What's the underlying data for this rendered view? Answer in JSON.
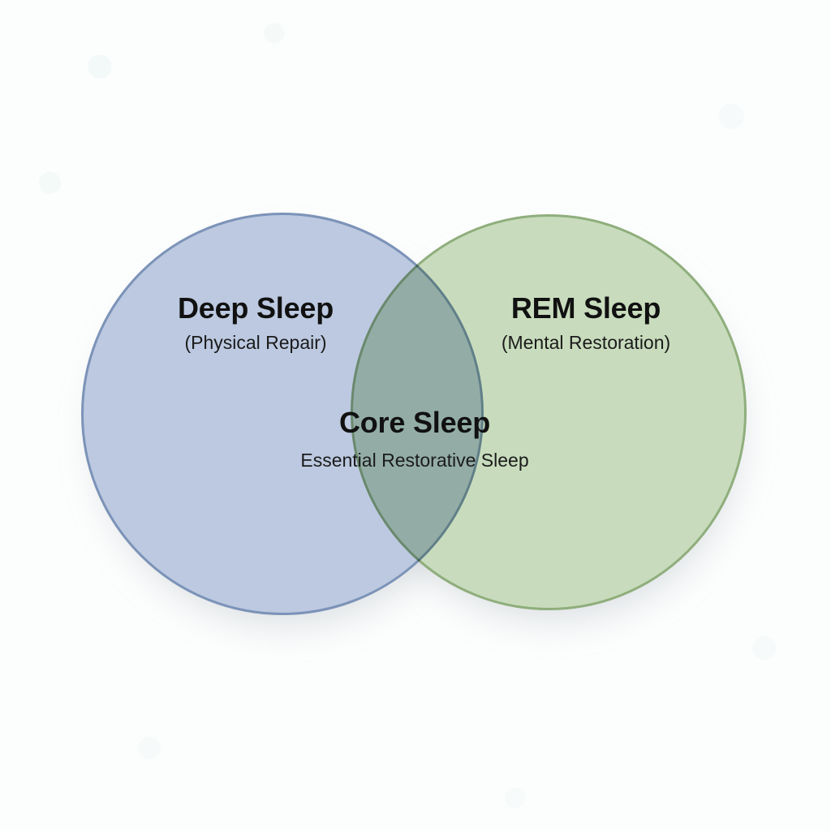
{
  "diagram": {
    "type": "venn-2-set",
    "background_color": "#fcfdfd",
    "sets": [
      {
        "id": "deep-sleep",
        "title": "Deep Sleep",
        "subtitle": "(Physical Repair)",
        "fill_color": "#bcc9e0",
        "border_color": "#7c93b8"
      },
      {
        "id": "rem-sleep",
        "title": "REM Sleep",
        "subtitle": "(Mental Restoration)",
        "fill_color": "#c8dcbd",
        "border_color": "#8fae7c"
      }
    ],
    "intersection": {
      "id": "core-sleep",
      "title": "Core Sleep",
      "subtitle": "Essential Restorative Sleep",
      "fill_color": "#c2c0d6"
    }
  }
}
